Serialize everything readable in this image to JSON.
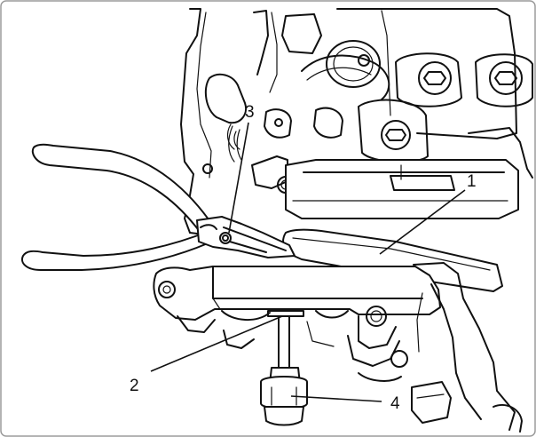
{
  "figure": {
    "callouts": [
      {
        "label": "1",
        "part": "tool-1"
      },
      {
        "label": "2",
        "part": "tool-2"
      },
      {
        "label": "3",
        "part": "retaining-clip-3"
      },
      {
        "label": "4",
        "part": "socket-4"
      }
    ]
  },
  "colors": {
    "ink": "#111111",
    "paper": "#ffffff",
    "frame": "#9a9a9a"
  }
}
